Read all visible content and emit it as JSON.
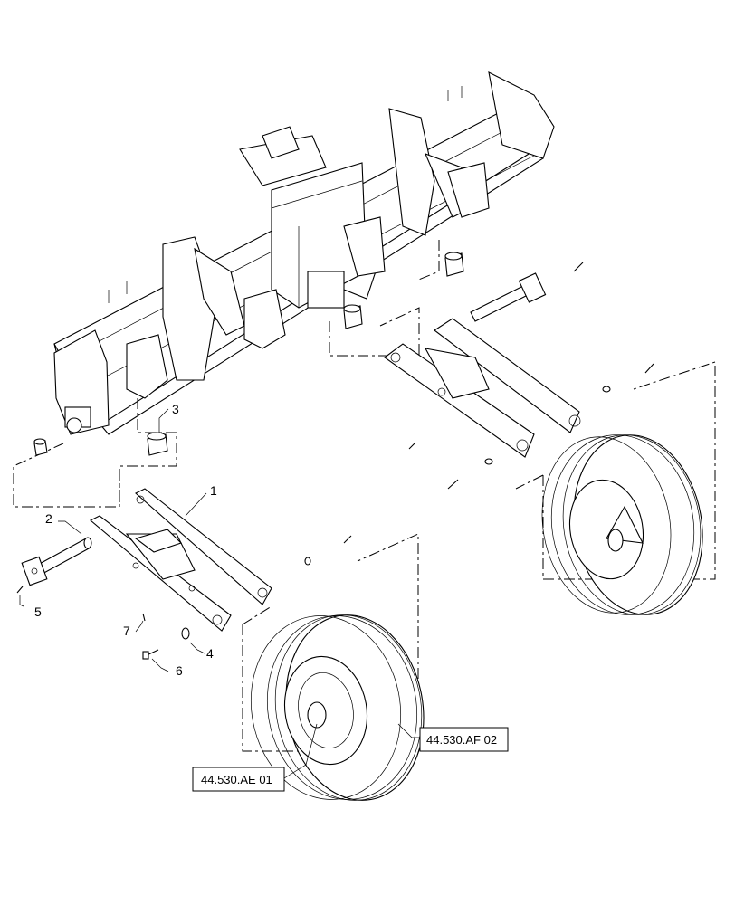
{
  "callouts": {
    "c1": "1",
    "c2": "2",
    "c3": "3",
    "c4": "4",
    "c5": "5",
    "c6": "6",
    "c7": "7"
  },
  "references": {
    "wheel_front": "44.530.AE 01",
    "wheel_rear": "44.530.AF 02"
  }
}
